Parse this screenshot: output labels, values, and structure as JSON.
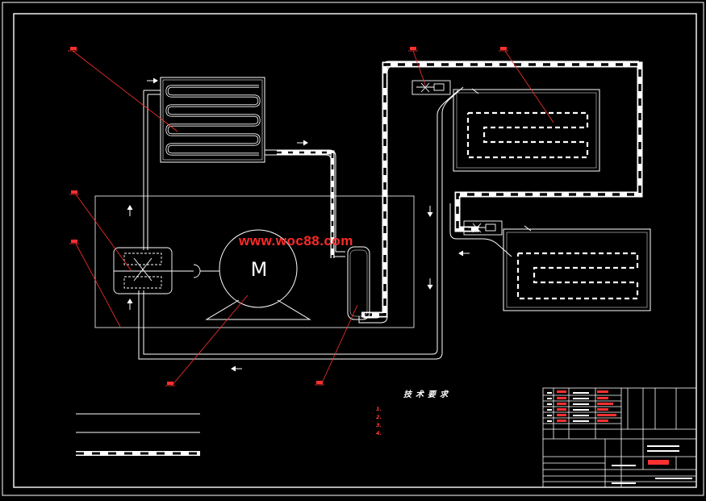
{
  "watermark": "www.woc88.com",
  "motor_label": "M",
  "technical_requirements": {
    "title": "技术要求",
    "notes": [
      "1.  ",
      "2.  ",
      "3.  ",
      "4.  "
    ]
  },
  "legend": [
    {
      "label": "",
      "style": "thin"
    },
    {
      "label": "",
      "style": "thin"
    },
    {
      "label": "",
      "style": "dashed-thick"
    }
  ],
  "colors": {
    "background": "#000000",
    "line": "#ffffff",
    "leader": "#ff3030",
    "frame": "#ffffff"
  }
}
